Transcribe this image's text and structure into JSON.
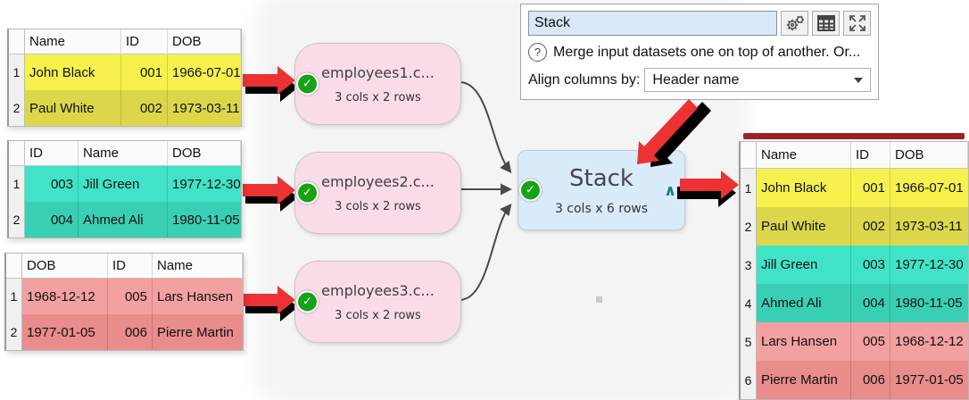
{
  "colors": {
    "yellow_light": "#f6f14c",
    "yellow_dark": "#dcd74a",
    "teal_light": "#40e3c8",
    "teal_dark": "#39cfb5",
    "salmon_light": "#f2a0a0",
    "salmon_dark": "#e88c8c",
    "node_pink": "#fadce8",
    "node_blue": "#d9eaf9",
    "arrow_red": "#ec3232",
    "check_green": "#16a316",
    "caret_teal": "#0f808c",
    "connector_gray": "#4a4a4a"
  },
  "icons": {
    "check": "✓",
    "caret": "∧",
    "help": "?"
  },
  "source_tables": [
    {
      "headers": [
        "Name",
        "ID",
        "DOB"
      ],
      "rows": [
        {
          "num": "1",
          "cells": [
            "John Black",
            "001",
            "1966-07-01"
          ]
        },
        {
          "num": "2",
          "cells": [
            "Paul White",
            "002",
            "1973-03-11"
          ]
        }
      ]
    },
    {
      "headers": [
        "ID",
        "Name",
        "DOB"
      ],
      "rows": [
        {
          "num": "1",
          "cells": [
            "003",
            "Jill Green",
            "1977-12-30"
          ]
        },
        {
          "num": "2",
          "cells": [
            "004",
            "Ahmed Ali",
            "1980-11-05"
          ]
        }
      ]
    },
    {
      "headers": [
        "DOB",
        "ID",
        "Name"
      ],
      "rows": [
        {
          "num": "1",
          "cells": [
            "1968-12-12",
            "005",
            "Lars Hansen"
          ]
        },
        {
          "num": "2",
          "cells": [
            "1977-01-05",
            "006",
            "Pierre Martin"
          ]
        }
      ]
    }
  ],
  "nodes": [
    {
      "title": "employees1.c...",
      "size": "3 cols x 2 rows"
    },
    {
      "title": "employees2.c...",
      "size": "3 cols x 2 rows"
    },
    {
      "title": "employees3.c...",
      "size": "3 cols x 2 rows"
    }
  ],
  "stack_node": {
    "title": "Stack",
    "size": "3 cols x 6 rows"
  },
  "panel": {
    "name_value": "Stack",
    "description": "Merge input datasets one on top of another. Or...",
    "align_label": "Align columns by:",
    "align_value": "Header name"
  },
  "output_table": {
    "headers": [
      "Name",
      "ID",
      "DOB"
    ],
    "rows": [
      {
        "num": "1",
        "cells": [
          "John Black",
          "001",
          "1966-07-01"
        ]
      },
      {
        "num": "2",
        "cells": [
          "Paul White",
          "002",
          "1973-03-11"
        ]
      },
      {
        "num": "3",
        "cells": [
          "Jill Green",
          "003",
          "1977-12-30"
        ]
      },
      {
        "num": "4",
        "cells": [
          "Ahmed Ali",
          "004",
          "1980-11-05"
        ]
      },
      {
        "num": "5",
        "cells": [
          "Lars Hansen",
          "005",
          "1968-12-12"
        ]
      },
      {
        "num": "6",
        "cells": [
          "Pierre Martin",
          "006",
          "1977-01-05"
        ]
      }
    ]
  }
}
